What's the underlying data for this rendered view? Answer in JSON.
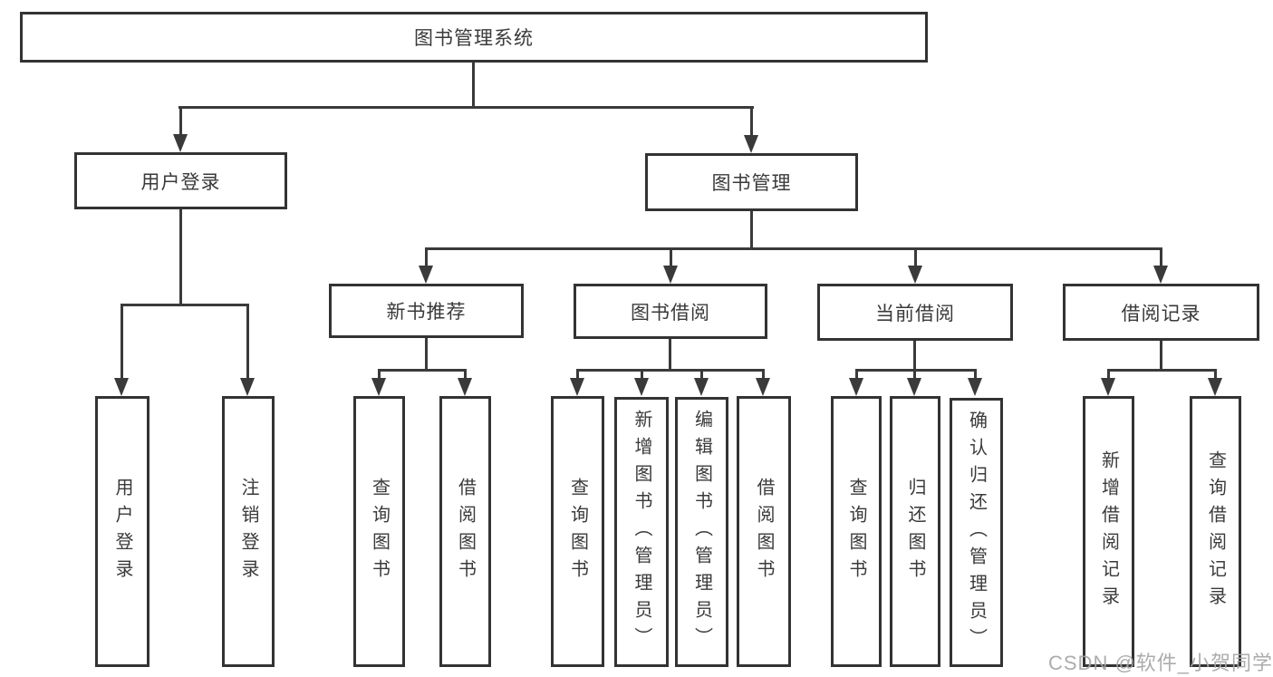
{
  "diagram": {
    "title_node": "图书管理系统",
    "nodes": {
      "root": "图书管理系统",
      "user_login_branch": "用户登录",
      "book_management": "图书管理",
      "new_book_recommend": "新书推荐",
      "book_borrowing": "图书借阅",
      "current_borrowing": "当前借阅",
      "borrowing_records": "借阅记录",
      "user_login": "用户登录",
      "logout": "注销登录",
      "rec_query_books": "查询图书",
      "rec_borrow_books": "借阅图书",
      "bb_query_books": "查询图书",
      "bb_add_books": "新增图书（管理员）",
      "bb_edit_books": "编辑图书（管理员）",
      "bb_borrow_books": "借阅图书",
      "cb_query_books": "查询图书",
      "cb_return_books": "归还图书",
      "cb_confirm_return": "确认归还（管理员）",
      "br_add_record": "新增借阅记录",
      "br_query_record": "查询借阅记录"
    },
    "hierarchy": {
      "图书管理系统": {
        "用户登录": [
          "用户登录",
          "注销登录"
        ],
        "图书管理": {
          "新书推荐": [
            "查询图书",
            "借阅图书"
          ],
          "图书借阅": [
            "查询图书",
            "新增图书（管理员）",
            "编辑图书（管理员）",
            "借阅图书"
          ],
          "当前借阅": [
            "查询图书",
            "归还图书",
            "确认归还（管理员）"
          ],
          "借阅记录": [
            "新增借阅记录",
            "查询借阅记录"
          ]
        }
      }
    },
    "colors": {
      "line": "#3a3a3a",
      "border": "#333333",
      "text": "#3a3a3a",
      "background": "#ffffff",
      "watermark": "#a5a5a5"
    }
  },
  "watermark": {
    "text": "CSDN @软件_小贺同学"
  }
}
